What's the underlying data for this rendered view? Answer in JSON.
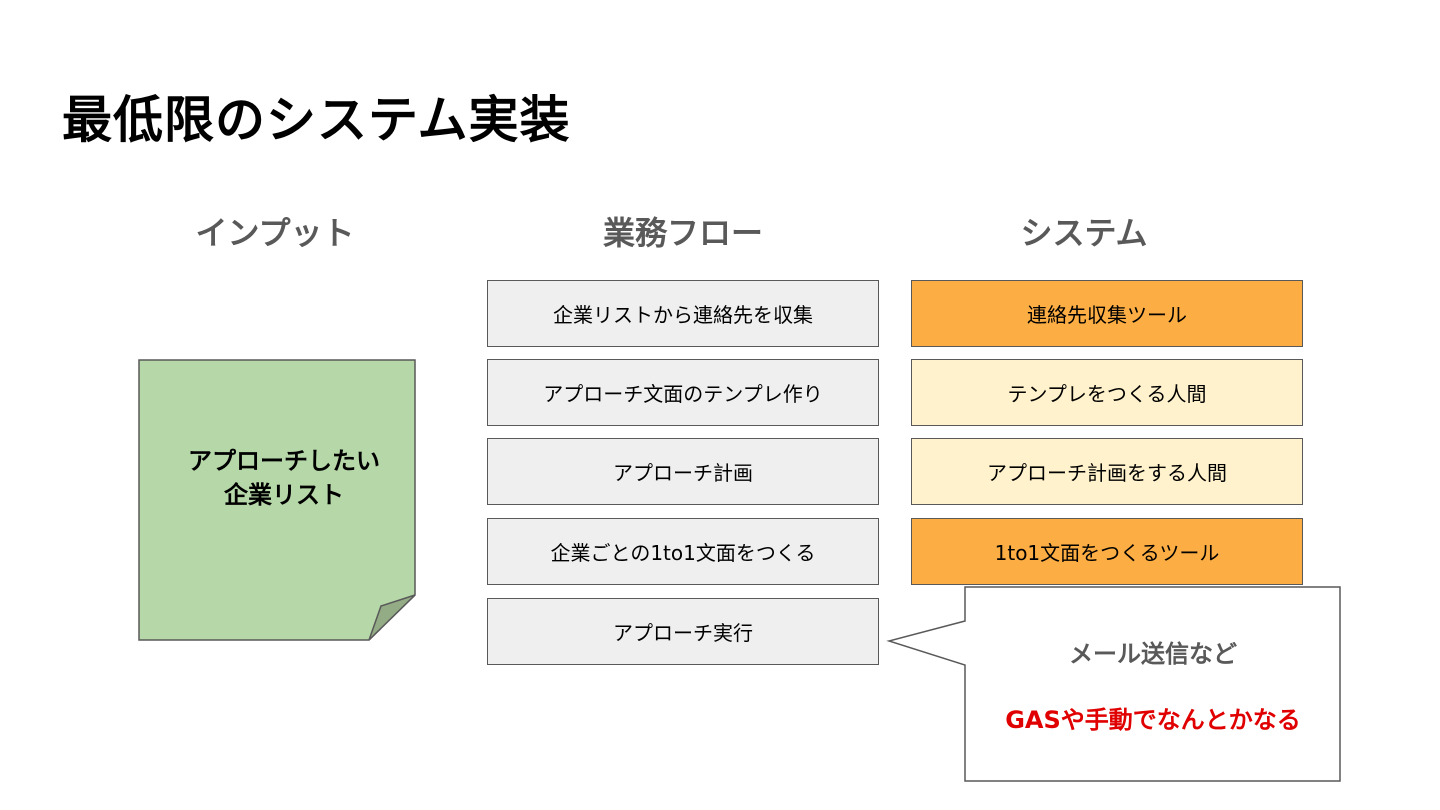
{
  "title": "最低限のシステム実装",
  "columns": {
    "input": "インプット",
    "flow": "業務フロー",
    "system": "システム"
  },
  "input_note": {
    "line1": "アプローチしたい",
    "line2": "企業リスト",
    "color": "#b6d7a8"
  },
  "flow_steps": [
    "企業リストから連絡先を収集",
    "アプローチ文面のテンプレ作り",
    "アプローチ計画",
    "企業ごとの1to1文面をつくる",
    "アプローチ実行"
  ],
  "system_items": [
    {
      "label": "連絡先収集ツール",
      "kind": "tool"
    },
    {
      "label": "テンプレをつくる人間",
      "kind": "human"
    },
    {
      "label": "アプローチ計画をする人間",
      "kind": "human"
    },
    {
      "label": "1to1文面をつくるツール",
      "kind": "tool"
    }
  ],
  "callout": {
    "main": "メール送信など",
    "sub": "GASや手動でなんとかなる"
  },
  "colors": {
    "tool": "#fcad44",
    "human": "#fff2cc",
    "flow": "#efefef",
    "emphasis": "#e00000"
  }
}
